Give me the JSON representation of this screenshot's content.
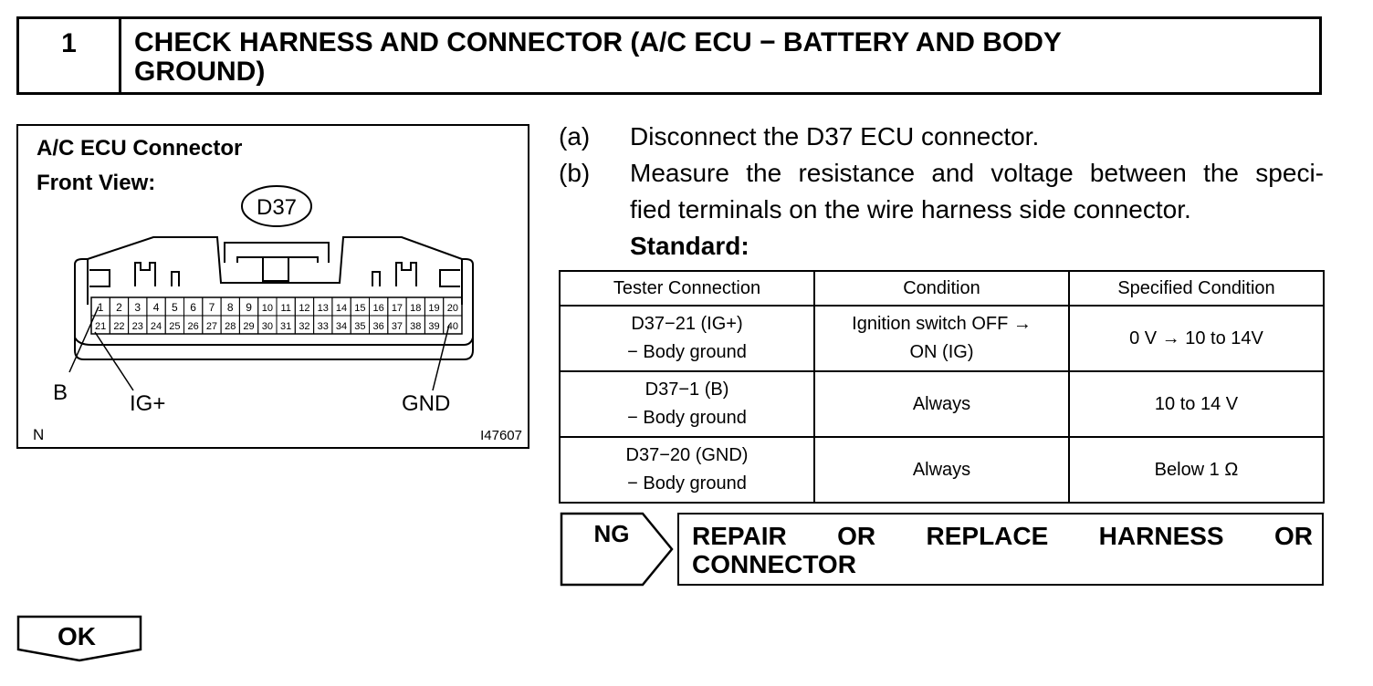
{
  "step": {
    "number": "1",
    "title_line1": "CHECK HARNESS AND CONNECTOR (A/C ECU − BATTERY AND BODY",
    "title_line2": "GROUND)"
  },
  "figure": {
    "title_line1": "A/C ECU Connector",
    "title_line2": "Front View:",
    "connector_id": "D37",
    "pins_top": [
      "1",
      "2",
      "3",
      "4",
      "5",
      "6",
      "7",
      "8",
      "9",
      "10",
      "11",
      "12",
      "13",
      "14",
      "15",
      "16",
      "17",
      "18",
      "19",
      "20"
    ],
    "pins_bottom": [
      "21",
      "22",
      "23",
      "24",
      "25",
      "26",
      "27",
      "28",
      "29",
      "30",
      "31",
      "32",
      "33",
      "34",
      "35",
      "36",
      "37",
      "38",
      "39",
      "40"
    ],
    "label_b": "B",
    "label_ig": "IG+",
    "label_gnd": "GND",
    "corner_left": "N",
    "corner_right": "I47607"
  },
  "instructions": {
    "a_marker": "(a)",
    "a_text": "Disconnect the D37 ECU connector.",
    "b_marker": "(b)",
    "b_line1": "Measure the resistance and voltage between the speci-",
    "b_line2": "fied terminals on the wire harness side connector.",
    "standard_label": "Standard:"
  },
  "table": {
    "headers": [
      "Tester Connection",
      "Condition",
      "Specified Condition"
    ],
    "rows": [
      {
        "conn1": "D37−21 (IG+)",
        "conn2": "− Body ground",
        "cond1": "Ignition switch OFF →",
        "cond2": "ON (IG)",
        "spec": "0 V → 10 to 14V"
      },
      {
        "conn1": "D37−1 (B)",
        "conn2": "− Body ground",
        "cond1": "Always",
        "cond2": "",
        "spec": "10 to 14 V"
      },
      {
        "conn1": "D37−20 (GND)",
        "conn2": "− Body ground",
        "cond1": "Always",
        "cond2": "",
        "spec": "Below 1 Ω"
      }
    ]
  },
  "ng": {
    "label": "NG",
    "action_line1": "REPAIR OR REPLACE HARNESS OR",
    "action_line2": "CONNECTOR"
  },
  "ok": {
    "label": "OK"
  }
}
